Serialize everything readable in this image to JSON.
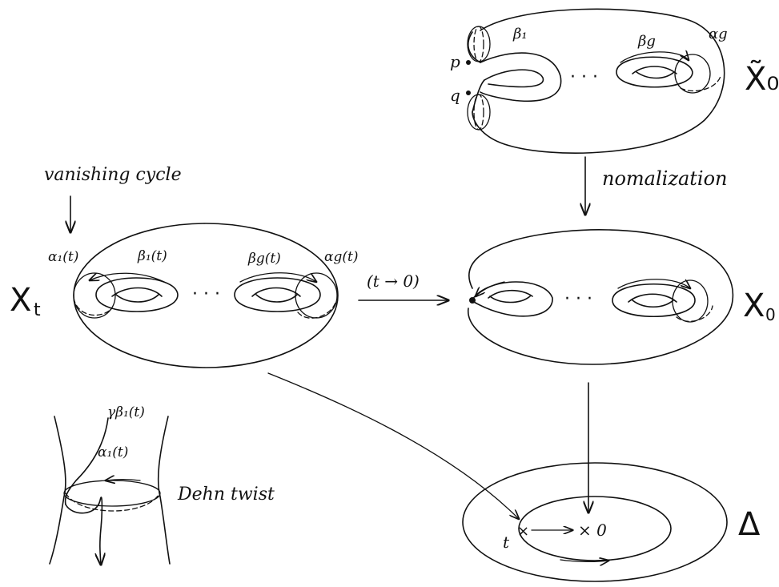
{
  "labels": {
    "x_tilde_0": "X̃₀",
    "x_t": "X",
    "x_t_sub": "t",
    "x_0": "X",
    "x_0_sub": "0",
    "delta": "Δ",
    "vanishing_cycle": "vanishing cycle",
    "normalization": "nomalization",
    "t_to_0": "(t → 0)",
    "dehn_twist": "Dehn twist",
    "alpha1_t": "α₁(t)",
    "beta1_t": "β₁(t)",
    "betag_t": "βg(t)",
    "alphag_t": "αg(t)",
    "beta1": "β₁",
    "betag": "βg",
    "alphag": "αg",
    "p": "p",
    "q": "q",
    "dots": "· · ·",
    "gamma_beta1_t": "γβ₁(t)",
    "disk_alpha1_t": "α₁(t)",
    "disk_t": "t",
    "disk_0": "× 0"
  }
}
